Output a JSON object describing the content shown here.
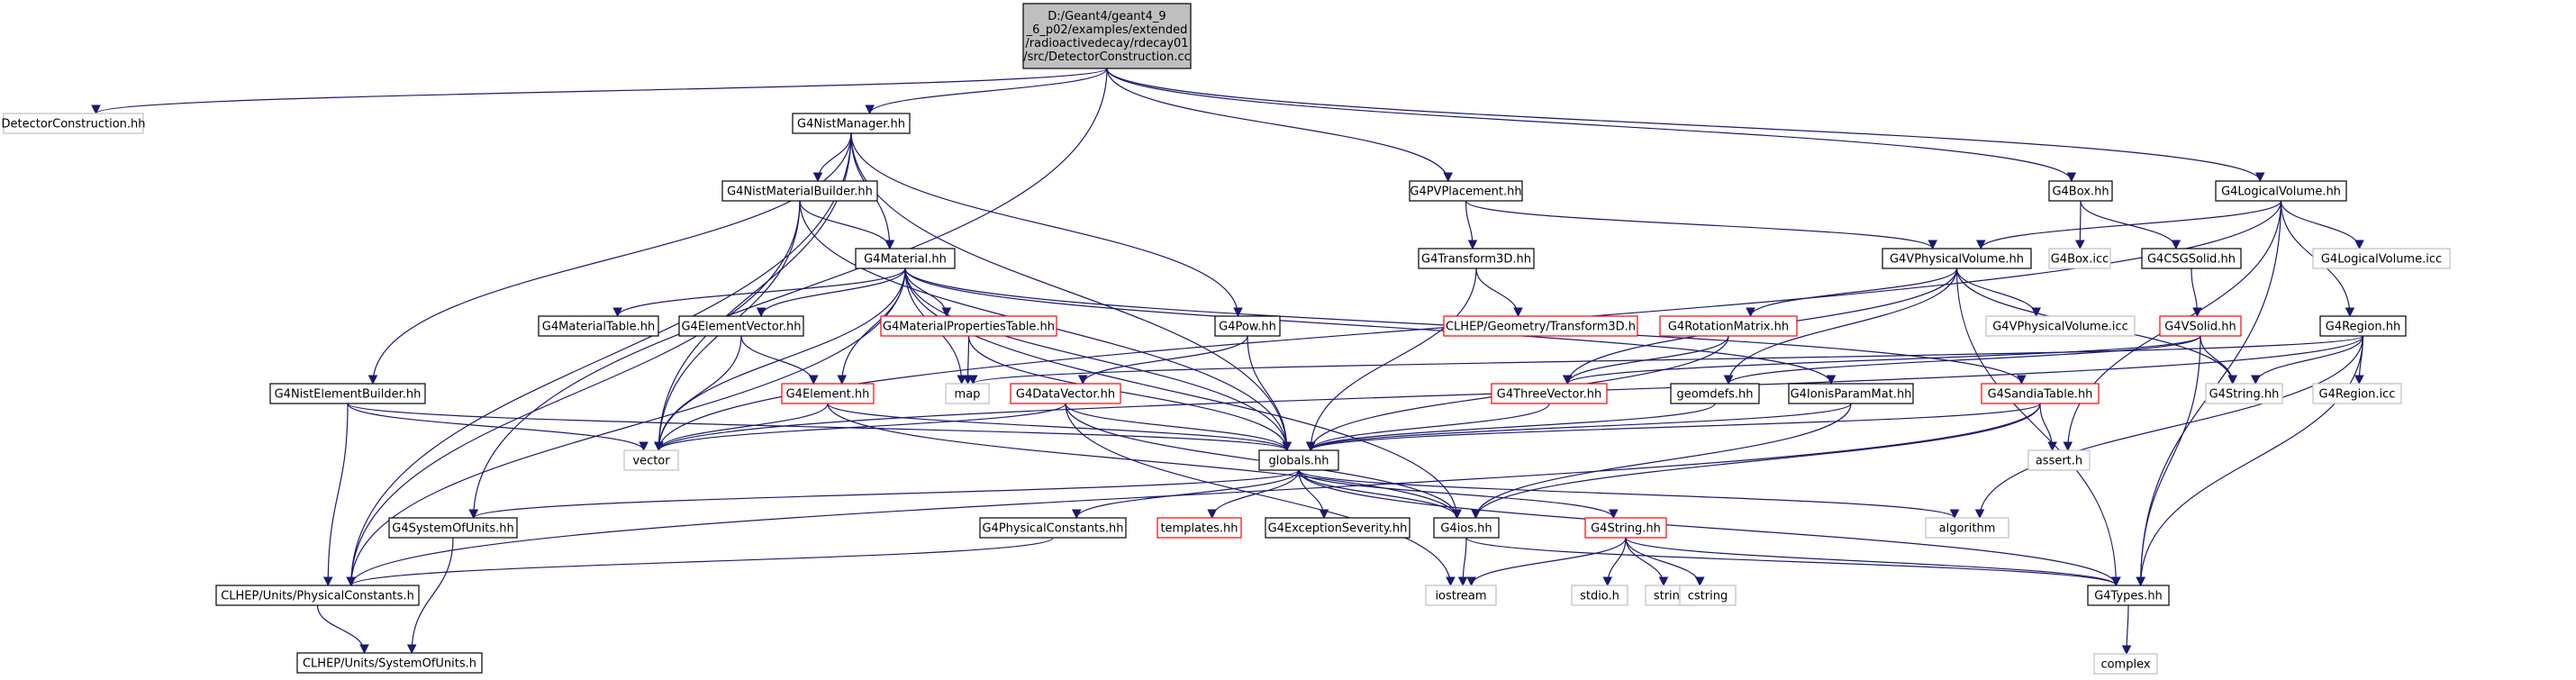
{
  "colors": {
    "edge": "#191970",
    "root_fill": "#bfbfbf",
    "border_normal": "#000000",
    "border_truncated": "#ff0000",
    "border_external": "#bfbfbf",
    "text": "#000000"
  },
  "nodes": {
    "root": {
      "lines": [
        "D:/Geant4/geant4_9",
        "_6_p02/examples/extended",
        "/radioactivedecay/rdecay01",
        "/src/DetectorConstruction.cc"
      ],
      "kind": "root"
    },
    "detectorconstruction": {
      "label": "DetectorConstruction.hh",
      "kind": "external"
    },
    "g4nistmanager": {
      "label": "G4NistManager.hh",
      "kind": "normal"
    },
    "g4pvplacement": {
      "label": "G4PVPlacement.hh",
      "kind": "normal"
    },
    "g4box": {
      "label": "G4Box.hh",
      "kind": "normal"
    },
    "g4logicalvolume": {
      "label": "G4LogicalVolume.hh",
      "kind": "normal"
    },
    "g4nistmaterialbuilder": {
      "label": "G4NistMaterialBuilder.hh",
      "kind": "normal"
    },
    "g4transform3d": {
      "label": "G4Transform3D.hh",
      "kind": "normal"
    },
    "g4boxicc": {
      "label": "G4Box.icc",
      "kind": "external"
    },
    "g4csgsolid": {
      "label": "G4CSGSolid.hh",
      "kind": "normal"
    },
    "g4logicalvolumeicc": {
      "label": "G4LogicalVolume.icc",
      "kind": "external"
    },
    "g4material": {
      "label": "G4Material.hh",
      "kind": "normal"
    },
    "g4vphysicalvolume": {
      "label": "G4VPhysicalVolume.hh",
      "kind": "normal"
    },
    "g4materialtable": {
      "label": "G4MaterialTable.hh",
      "kind": "normal"
    },
    "g4elementvector": {
      "label": "G4ElementVector.hh",
      "kind": "normal"
    },
    "g4materialpropertiestable": {
      "label": "G4MaterialPropertiesTable.hh",
      "kind": "truncated"
    },
    "g4pow": {
      "label": "G4Pow.hh",
      "kind": "normal"
    },
    "clheptransform3d": {
      "label": "CLHEP/Geometry/Transform3D.h",
      "kind": "truncated"
    },
    "g4rotationmatrix": {
      "label": "G4RotationMatrix.hh",
      "kind": "truncated"
    },
    "g4vphysicalvolumeicc": {
      "label": "G4VPhysicalVolume.icc",
      "kind": "external"
    },
    "g4vsolid": {
      "label": "G4VSolid.hh",
      "kind": "truncated"
    },
    "g4region": {
      "label": "G4Region.hh",
      "kind": "normal"
    },
    "g4nistelementbuilder": {
      "label": "G4NistElementBuilder.hh",
      "kind": "normal"
    },
    "g4element": {
      "label": "G4Element.hh",
      "kind": "truncated"
    },
    "map": {
      "label": "map",
      "kind": "external"
    },
    "g4datavector": {
      "label": "G4DataVector.hh",
      "kind": "truncated"
    },
    "g4threevector": {
      "label": "G4ThreeVector.hh",
      "kind": "truncated"
    },
    "geomdefs": {
      "label": "geomdefs.hh",
      "kind": "normal"
    },
    "g4ionisparammat": {
      "label": "G4IonisParamMat.hh",
      "kind": "normal"
    },
    "g4sandiatable": {
      "label": "G4SandiaTable.hh",
      "kind": "truncated"
    },
    "g4string_ext": {
      "label": "G4String.hh",
      "kind": "external"
    },
    "g4regionicc": {
      "label": "G4Region.icc",
      "kind": "external"
    },
    "vector": {
      "label": "vector",
      "kind": "external"
    },
    "globals": {
      "label": "globals.hh",
      "kind": "normal"
    },
    "asserth": {
      "label": "assert.h",
      "kind": "external"
    },
    "g4systemofunits": {
      "label": "G4SystemOfUnits.hh",
      "kind": "normal"
    },
    "g4physicalconstants": {
      "label": "G4PhysicalConstants.hh",
      "kind": "normal"
    },
    "templates": {
      "label": "templates.hh",
      "kind": "truncated"
    },
    "g4exceptionseverity": {
      "label": "G4ExceptionSeverity.hh",
      "kind": "normal"
    },
    "g4ios": {
      "label": "G4ios.hh",
      "kind": "normal"
    },
    "g4string": {
      "label": "G4String.hh",
      "kind": "truncated"
    },
    "algorithm": {
      "label": "algorithm",
      "kind": "external"
    },
    "clhepphysconst": {
      "label": "CLHEP/Units/PhysicalConstants.h",
      "kind": "normal"
    },
    "iostream": {
      "label": "iostream",
      "kind": "external"
    },
    "stdioh": {
      "label": "stdio.h",
      "kind": "external"
    },
    "string": {
      "label": "string",
      "kind": "external"
    },
    "cstring": {
      "label": "cstring",
      "kind": "external"
    },
    "g4types": {
      "label": "G4Types.hh",
      "kind": "normal"
    },
    "clhepsystemofunits": {
      "label": "CLHEP/Units/SystemOfUnits.h",
      "kind": "normal"
    },
    "complex": {
      "label": "complex",
      "kind": "external"
    }
  },
  "edges": [
    [
      "root",
      "detectorconstruction"
    ],
    [
      "root",
      "g4nistmanager"
    ],
    [
      "root",
      "g4pvplacement"
    ],
    [
      "root",
      "g4box"
    ],
    [
      "root",
      "g4logicalvolume"
    ],
    [
      "root",
      "g4systemofunits"
    ],
    [
      "g4nistmanager",
      "g4nistmaterialbuilder"
    ],
    [
      "g4nistmanager",
      "g4material"
    ],
    [
      "g4nistmanager",
      "g4nistelementbuilder"
    ],
    [
      "g4nistmanager",
      "g4pow"
    ],
    [
      "g4nistmanager",
      "globals"
    ],
    [
      "g4nistmanager",
      "vector"
    ],
    [
      "g4nistmanager",
      "clhepphysconst"
    ],
    [
      "g4nistmaterialbuilder",
      "g4material"
    ],
    [
      "g4nistmaterialbuilder",
      "globals"
    ],
    [
      "g4nistmaterialbuilder",
      "vector"
    ],
    [
      "g4nistmaterialbuilder",
      "clhepphysconst"
    ],
    [
      "g4pvplacement",
      "g4transform3d"
    ],
    [
      "g4pvplacement",
      "g4vphysicalvolume"
    ],
    [
      "g4transform3d",
      "clheptransform3d"
    ],
    [
      "g4transform3d",
      "globals"
    ],
    [
      "g4box",
      "g4boxicc"
    ],
    [
      "g4box",
      "g4csgsolid"
    ],
    [
      "g4csgsolid",
      "g4vsolid"
    ],
    [
      "g4logicalvolume",
      "g4logicalvolumeicc"
    ],
    [
      "g4logicalvolume",
      "g4region"
    ],
    [
      "g4logicalvolume",
      "g4vphysicalvolume"
    ],
    [
      "g4logicalvolume",
      "g4types"
    ],
    [
      "g4logicalvolume",
      "asserth"
    ],
    [
      "g4logicalvolume",
      "vector"
    ],
    [
      "g4material",
      "g4materialtable"
    ],
    [
      "g4material",
      "g4elementvector"
    ],
    [
      "g4material",
      "g4materialpropertiestable"
    ],
    [
      "g4material",
      "g4element"
    ],
    [
      "g4material",
      "g4ionisparammat"
    ],
    [
      "g4material",
      "g4sandiatable"
    ],
    [
      "g4material",
      "map"
    ],
    [
      "g4material",
      "vector"
    ],
    [
      "g4material",
      "globals"
    ],
    [
      "g4material",
      "g4ios"
    ],
    [
      "g4material",
      "clhepphysconst"
    ],
    [
      "g4vphysicalvolume",
      "g4rotationmatrix"
    ],
    [
      "g4vphysicalvolume",
      "g4vphysicalvolumeicc"
    ],
    [
      "g4vphysicalvolume",
      "g4threevector"
    ],
    [
      "g4vphysicalvolume",
      "geomdefs"
    ],
    [
      "g4vphysicalvolume",
      "g4string_ext"
    ],
    [
      "g4vphysicalvolume",
      "g4types"
    ],
    [
      "g4elementvector",
      "g4element"
    ],
    [
      "g4elementvector",
      "vector"
    ],
    [
      "g4materialpropertiestable",
      "map"
    ],
    [
      "g4materialpropertiestable",
      "globals"
    ],
    [
      "g4pow",
      "g4datavector"
    ],
    [
      "g4pow",
      "globals"
    ],
    [
      "g4rotationmatrix",
      "g4threevector"
    ],
    [
      "g4rotationmatrix",
      "globals"
    ],
    [
      "g4vsolid",
      "g4threevector"
    ],
    [
      "g4vsolid",
      "g4types"
    ],
    [
      "g4vsolid",
      "g4string_ext"
    ],
    [
      "g4vsolid",
      "geomdefs"
    ],
    [
      "g4region",
      "map"
    ],
    [
      "g4region",
      "g4string_ext"
    ],
    [
      "g4region",
      "g4regionicc"
    ],
    [
      "g4region",
      "g4types"
    ],
    [
      "g4region",
      "algorithm"
    ],
    [
      "g4region",
      "vector"
    ],
    [
      "g4nistelementbuilder",
      "vector"
    ],
    [
      "g4nistelementbuilder",
      "globals"
    ],
    [
      "g4nistelementbuilder",
      "clhepphysconst"
    ],
    [
      "g4element",
      "globals"
    ],
    [
      "g4element",
      "g4ios"
    ],
    [
      "g4element",
      "vector"
    ],
    [
      "g4datavector",
      "globals"
    ],
    [
      "g4datavector",
      "vector"
    ],
    [
      "g4datavector",
      "g4ios"
    ],
    [
      "g4datavector",
      "iostream"
    ],
    [
      "g4threevector",
      "globals"
    ],
    [
      "geomdefs",
      "globals"
    ],
    [
      "g4ionisparammat",
      "globals"
    ],
    [
      "g4ionisparammat",
      "g4ios"
    ],
    [
      "g4sandiatable",
      "globals"
    ],
    [
      "g4sandiatable",
      "asserth"
    ],
    [
      "g4sandiatable",
      "g4ios"
    ],
    [
      "g4sandiatable",
      "clhepphysconst"
    ],
    [
      "globals",
      "g4systemofunits"
    ],
    [
      "globals",
      "g4physicalconstants"
    ],
    [
      "globals",
      "templates"
    ],
    [
      "globals",
      "g4exceptionseverity"
    ],
    [
      "globals",
      "g4ios"
    ],
    [
      "globals",
      "g4string"
    ],
    [
      "globals",
      "algorithm"
    ],
    [
      "globals",
      "g4types"
    ],
    [
      "g4systemofunits",
      "clhepsystemofunits"
    ],
    [
      "g4physicalconstants",
      "clhepphysconst"
    ],
    [
      "g4ios",
      "iostream"
    ],
    [
      "g4ios",
      "g4types"
    ],
    [
      "g4string",
      "stdioh"
    ],
    [
      "g4string",
      "string"
    ],
    [
      "g4string",
      "cstring"
    ],
    [
      "g4string",
      "g4types"
    ],
    [
      "g4string",
      "iostream"
    ],
    [
      "clhepphysconst",
      "clhepsystemofunits"
    ],
    [
      "g4types",
      "complex"
    ]
  ]
}
